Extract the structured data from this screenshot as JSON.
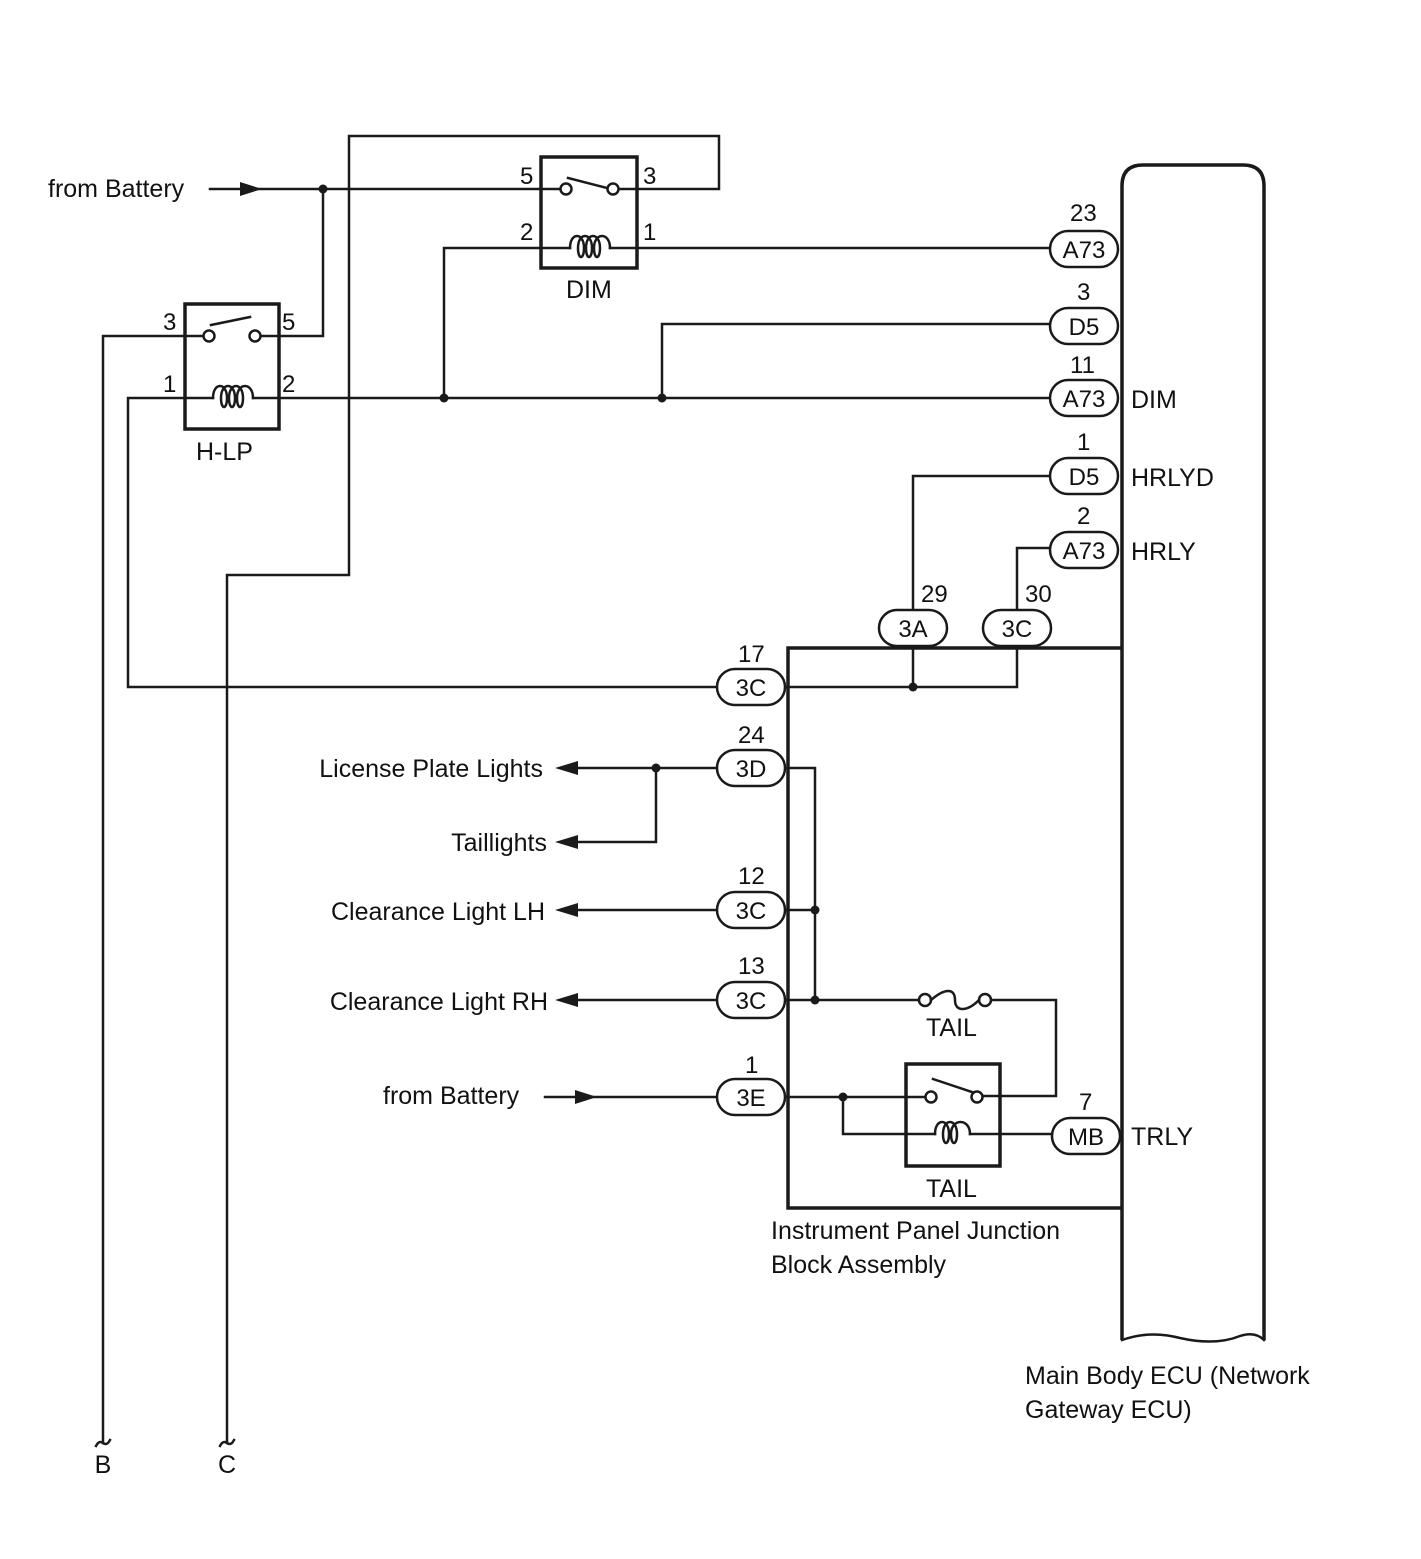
{
  "sources": {
    "from_battery_top": "from Battery",
    "from_battery_bottom": "from Battery"
  },
  "relays": {
    "dim": {
      "name": "DIM",
      "pins": [
        "5",
        "3",
        "2",
        "1"
      ]
    },
    "hlp": {
      "name": "H-LP",
      "pins": [
        "3",
        "5",
        "1",
        "2"
      ]
    },
    "tail": {
      "name": "TAIL"
    }
  },
  "fuse": {
    "name": "TAIL"
  },
  "ecu_connectors": [
    {
      "code": "A73",
      "pin": "23",
      "signal": ""
    },
    {
      "code": "D5",
      "pin": "3",
      "signal": ""
    },
    {
      "code": "A73",
      "pin": "11",
      "signal": "DIM"
    },
    {
      "code": "D5",
      "pin": "1",
      "signal": "HRLYD"
    },
    {
      "code": "A73",
      "pin": "2",
      "signal": "HRLY"
    },
    {
      "code": "MB",
      "pin": "7",
      "signal": "TRLY"
    }
  ],
  "junction_connectors": [
    {
      "code": "3A",
      "pin": "29"
    },
    {
      "code": "3C",
      "pin": "30"
    },
    {
      "code": "3C",
      "pin": "17"
    },
    {
      "code": "3D",
      "pin": "24"
    },
    {
      "code": "3C",
      "pin": "12"
    },
    {
      "code": "3C",
      "pin": "13"
    },
    {
      "code": "3E",
      "pin": "1"
    }
  ],
  "outputs": {
    "license_plate": "License Plate Lights",
    "taillights": "Taillights",
    "clearance_lh": "Clearance Light LH",
    "clearance_rh": "Clearance Light RH"
  },
  "components": {
    "junction_block": [
      "Instrument Panel Junction",
      "Block Assembly"
    ],
    "ecu": [
      "Main Body ECU (Network",
      "Gateway ECU)"
    ]
  },
  "continuations": {
    "b": "B",
    "c": "C"
  }
}
